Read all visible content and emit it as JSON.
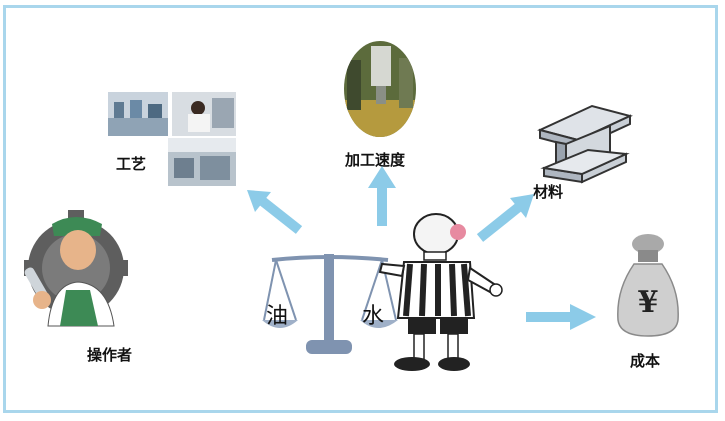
{
  "labels": {
    "process": "工艺",
    "speed": "加工速度",
    "material": "材料",
    "operator": "操作者",
    "cost": "成本",
    "scale_left": "油",
    "scale_right": "水",
    "yen": "¥"
  },
  "colors": {
    "frame": "#a9d6ec",
    "arrow": "#8ccbe8",
    "scale": "#7f93b0"
  },
  "icons": {
    "process": "factory-photo-collage",
    "speed": "machine-spindle-photo",
    "material": "steel-i-beam-icon",
    "operator": "mechanic-gear-icon",
    "cost": "money-bag-icon",
    "center": "referee-with-scale-icon"
  }
}
